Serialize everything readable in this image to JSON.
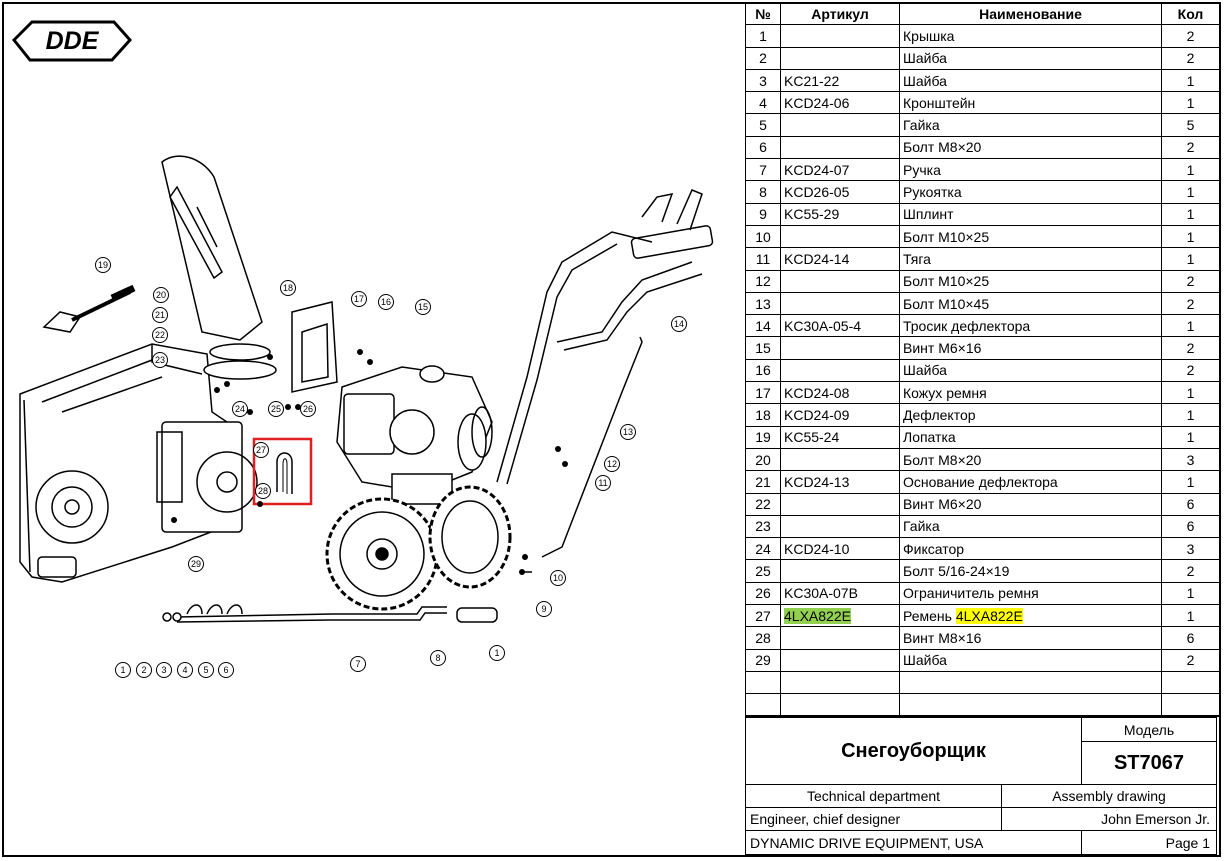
{
  "brand": {
    "logo_text": "DDE"
  },
  "drawing": {
    "callouts": [
      "1",
      "2",
      "3",
      "4",
      "5",
      "6",
      "7",
      "8",
      "9",
      "10",
      "11",
      "12",
      "13",
      "14",
      "15",
      "16",
      "17",
      "18",
      "19",
      "20",
      "21",
      "22",
      "23",
      "24",
      "25",
      "26",
      "27",
      "28",
      "29"
    ],
    "highlight_color": "#e02020"
  },
  "table": {
    "headers": {
      "num": "№",
      "sku": "Артикул",
      "name": "Наименование",
      "qty": "Кол"
    },
    "rows": [
      {
        "num": "1",
        "sku": "",
        "name": "Крышка",
        "qty": "2"
      },
      {
        "num": "2",
        "sku": "",
        "name": "Шайба",
        "qty": "2"
      },
      {
        "num": "3",
        "sku": "KC21-22",
        "name": "Шайба",
        "qty": "1"
      },
      {
        "num": "4",
        "sku": "KCD24-06",
        "name": "Кронштейн",
        "qty": "1"
      },
      {
        "num": "5",
        "sku": "",
        "name": "Гайка",
        "qty": "5"
      },
      {
        "num": "6",
        "sku": "",
        "name": "Болт М8×20",
        "qty": "2"
      },
      {
        "num": "7",
        "sku": "KCD24-07",
        "name": "Ручка",
        "qty": "1"
      },
      {
        "num": "8",
        "sku": "KCD26-05",
        "name": "Рукоятка",
        "qty": "1"
      },
      {
        "num": "9",
        "sku": "KC55-29",
        "name": "Шплинт",
        "qty": "1"
      },
      {
        "num": "10",
        "sku": "",
        "name": "Болт М10×25",
        "qty": "1"
      },
      {
        "num": "11",
        "sku": "KCD24-14",
        "name": "Тяга",
        "qty": "1"
      },
      {
        "num": "12",
        "sku": "",
        "name": "Болт М10×25",
        "qty": "2"
      },
      {
        "num": "13",
        "sku": "",
        "name": "Болт М10×45",
        "qty": "2"
      },
      {
        "num": "14",
        "sku": "KC30A-05-4",
        "name": "Тросик дефлектора",
        "qty": "1"
      },
      {
        "num": "15",
        "sku": "",
        "name": "Винт М6×16",
        "qty": "2"
      },
      {
        "num": "16",
        "sku": "",
        "name": "Шайба",
        "qty": "2"
      },
      {
        "num": "17",
        "sku": "KCD24-08",
        "name": "Кожух ремня",
        "qty": "1"
      },
      {
        "num": "18",
        "sku": "KCD24-09",
        "name": "Дефлектор",
        "qty": "1"
      },
      {
        "num": "19",
        "sku": "KC55-24",
        "name": "Лопатка",
        "qty": "1"
      },
      {
        "num": "20",
        "sku": "",
        "name": "Болт М8×20",
        "qty": "3"
      },
      {
        "num": "21",
        "sku": "KCD24-13",
        "name": "Основание дефлектора",
        "qty": "1"
      },
      {
        "num": "22",
        "sku": "",
        "name": "Винт М6×20",
        "qty": "6"
      },
      {
        "num": "23",
        "sku": "",
        "name": "Гайка",
        "qty": "6"
      },
      {
        "num": "24",
        "sku": "KCD24-10",
        "name": "Фиксатор",
        "qty": "3"
      },
      {
        "num": "25",
        "sku": "",
        "name": "Болт 5/16-24×19",
        "qty": "2"
      },
      {
        "num": "26",
        "sku": "KC30A-07B",
        "name": "Ограничитель ремня",
        "qty": "1"
      },
      {
        "num": "27",
        "sku": "4LXA822E",
        "name_prefix": "Ремень ",
        "name_highlight": "4LXA822E",
        "qty": "1",
        "highlighted": true
      },
      {
        "num": "28",
        "sku": "",
        "name": "Винт М8×16",
        "qty": "6"
      },
      {
        "num": "29",
        "sku": "",
        "name": "Шайба",
        "qty": "2"
      },
      {
        "num": "",
        "sku": "",
        "name": "",
        "qty": ""
      },
      {
        "num": "",
        "sku": "",
        "name": "",
        "qty": ""
      }
    ]
  },
  "title_block": {
    "product": "Снегоуборщик",
    "model_label": "Модель",
    "model": "ST7067",
    "department": "Technical department",
    "drawing_type": "Assembly drawing",
    "role": "Engineer, chief designer",
    "person": "John Emerson Jr.",
    "company": "DYNAMIC DRIVE EQUIPMENT, USA",
    "page": "Page 1"
  },
  "colors": {
    "sku_highlight": "#92d050",
    "name_highlight": "#ffff00",
    "box": "#e02020"
  }
}
